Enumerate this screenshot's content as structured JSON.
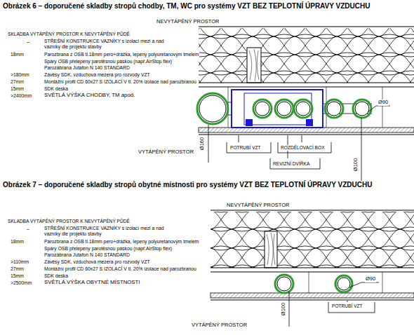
{
  "diagram": {
    "title": "Obrázek 6 – doporučené skladby stropů chodby, TM, WC pro systémy VZT BEZ TEPLOTNÍ ÚPRAVY VZDUCHU",
    "labels": [
      "NEVYTÁPĚNÝ PROSTOR",
      "SKLADBA VYTÁPĚNÝ PROSTOR K NEVYTÁPĚNÝ PŮDĚ",
      "–",
      "STŘEŠNÍ KONSTRUKCE VAZNÍKY s izolací mezi a nad vazníky dle projektu stavby",
      "18mm",
      "Parozbrana z OSB tl.18mm pero+drážka, lepeny polyuretanovým tmelem",
      "Spáry OSB přelepeny parotěsnou páskou (např.AirStop flex)",
      "Parozábrana Jutafon N 140 STANDARD",
      ">180mm",
      "Závěsy SDK, vzduchová mezera pro rozvody VZT",
      "27mm",
      "Montážní profil CD 60x27 S IZOLACÍ V tl. 20% izolace nad parozbranou",
      "15mm",
      "SDK deska",
      ">2400mm",
      "SVĚTLÁ VÝŠKA CHODBY, TM apod.",
      "VYTÁPĚNÝ PROSTOR",
      "POTRUBÍ VZT",
      "ROZDĚLOVACÍ BOX",
      "REVIZNÍ DVÍŘKA",
      "Ø160",
      "Ø100",
      "Ø90",
      "Obrázek 7 – doporučené skladby stropů obytné místnosti pro systémy VZT BEZ TEPLOTNÍ ÚPRAVY VZDUCHU",
      "NEVYTÁPĚNÝ PROSTOR",
      "SKLADBA VYTÁPĚNÝ PROSTOR K NEVYTÁPĚNÝ PŮDĚ",
      "–",
      "STŘEŠNÍ KONSTRUKCE VAZNÍKY s izolací mezi a nad vazníky dle projektu stavby",
      "18mm",
      "Parozbrana z OSB tl.18mm pero+drážka, lepeny polyuretanovým tmelem",
      "Spáry OSB přelepeny parotěsnou páskou (např.AirStop flex)",
      "Parozábrana Jutafon N 140 STANDARD",
      ">110mm",
      "Závěsy SDK, vzduchová mezera pro rozvody VZT",
      "27mm",
      "Montážní profil CD 60x27 S IZOLACÍ V tl. 20% izolace nad parozbranou",
      "15mm",
      "SDK deska",
      ">2500mm",
      "SVĚTLÁ VÝŠKA OBYTNÉ MÍSTNOSTI",
      "VYTÁPĚNÝ PROSTOR",
      "POTRUBÍ VZT",
      "Ø90",
      "Ø100"
    ]
  }
}
